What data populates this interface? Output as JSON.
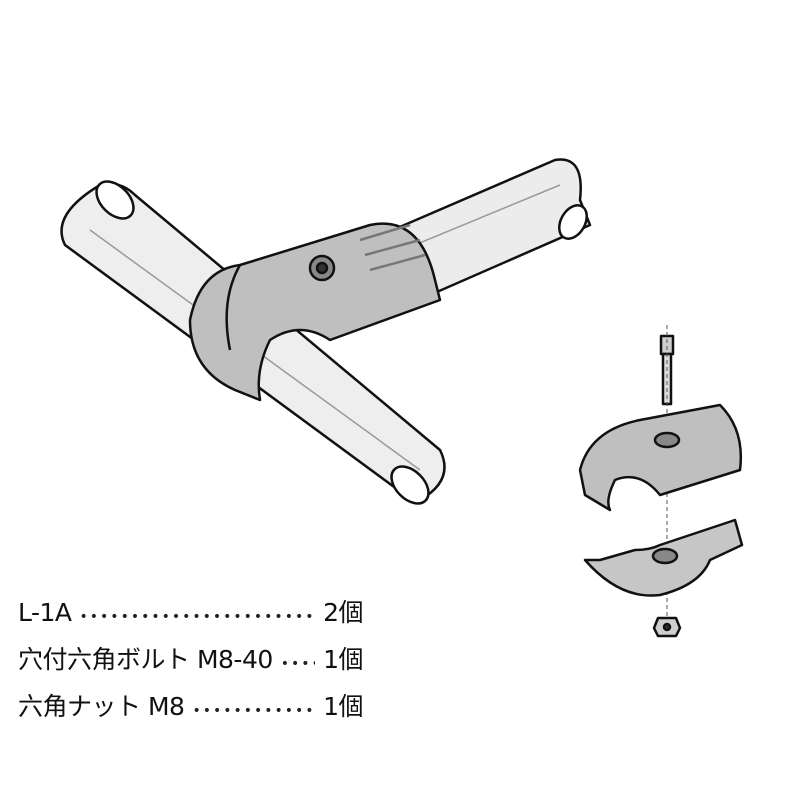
{
  "parts_list": [
    {
      "name": "L-1A",
      "quantity": "2個"
    },
    {
      "name": "穴付六角ボルト M8-40",
      "quantity": "1個"
    },
    {
      "name": "六角ナット M8",
      "quantity": "1個"
    }
  ],
  "dot_leader": "••••••••••••••••••••••••••••••••••••••••"
}
